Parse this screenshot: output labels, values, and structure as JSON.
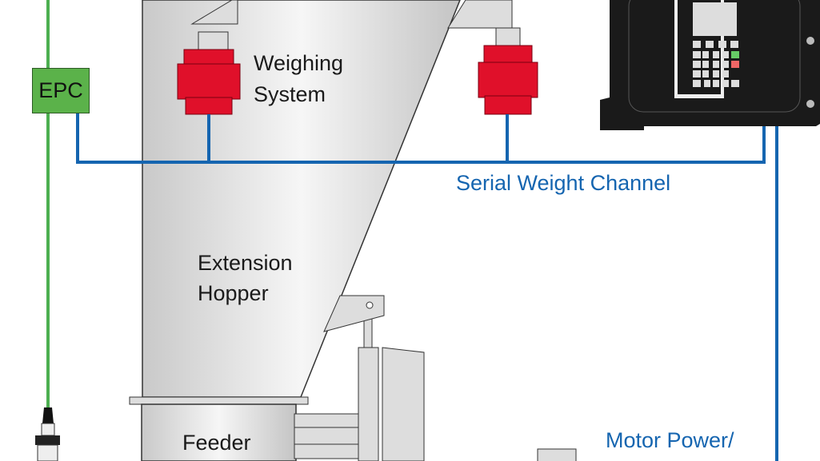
{
  "labels": {
    "epc": "EPC",
    "weighing_line1": "Weighing",
    "weighing_line2": "System",
    "serial_channel": "Serial Weight Channel",
    "extension_line1": "Extension",
    "extension_line2": "Hopper",
    "feeder": "Feeder",
    "motor_power": "Motor Power/"
  },
  "colors": {
    "signal_line": "#1565b0",
    "epc_line": "#4caf50",
    "load_cell": "#e0102a",
    "controller": "#1a1a1a"
  }
}
